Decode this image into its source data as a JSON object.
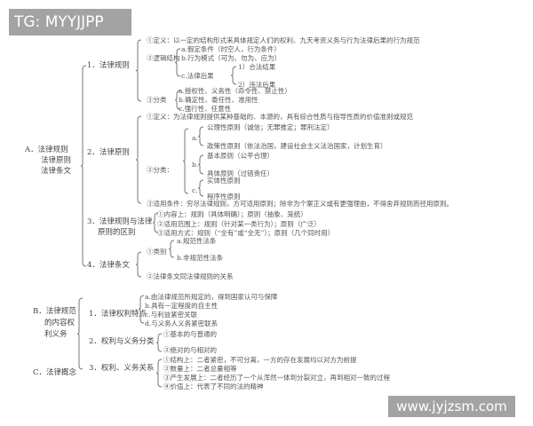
{
  "watermark_top": "TG: MYYJJPP",
  "watermark_bottom": "www.jyjzsm.com",
  "A": {
    "label": [
      "A．法律规则",
      "法律原则",
      "法律条文"
    ],
    "rule": {
      "title": "1．法律规则",
      "definition": "①定义：以一定的结构形式来具体规定人们的权利、九天考资义务与行为法律后果的行为规范",
      "logic": "②逻辑结构",
      "logic_a": "a.假定条件（时空人，行为条件）",
      "logic_b": "b.行为模式（可为、勿为、应为）",
      "logic_c": "c.法律后果",
      "logic_c1": "1）合法结果",
      "logic_c2": "2）违法后果",
      "classify": "③分类",
      "classify_a": "a.授权性、义务性（命令性、禁止性）",
      "classify_b": "b.确定性、委任性、准用性",
      "classify_c": "c.强行性、任意性"
    },
    "principle": {
      "title": "2．法律原则",
      "definition": "①定义：为法律规则提供某种基础的、本源的，具有综合性质与指导性质的价值准则或规范",
      "classify": "②分类：",
      "a": "a.",
      "a1": "公理性原则（诚信；无罪推定；罪刑法定）",
      "a2": "政策性原则（依法治国，建设社会主义法治国家，计划生育）",
      "b": "b.",
      "b1": "基本原则（公平合理）",
      "b2": "具体原则（过错责任）",
      "c": "c.",
      "c1": "实体性原则",
      "c2": "程序性原则",
      "condition": "③适用条件：穷尽法律规则，方可适用原则；除非为个案正义或有更强理由，不得舍弃规则而径用原则。"
    },
    "difference": {
      "title": [
        "3．法律规则与法律",
        "原则的区别"
      ],
      "items": [
        "①内容上：规则（具体明确）；原则（抽象、笼统）",
        "②适用范围上：规则（针对某一类行为）；原则（广泛）",
        "③适用方式：规则（“全有”或“全无”）；原则（几个同时用）"
      ]
    },
    "article": {
      "title": "4．法律条文",
      "category": "①类别",
      "cat_a": "a.规范性法条",
      "cat_b": "b.非规范性法条",
      "relation": "②法律条文同法律规则的关系"
    }
  },
  "B": {
    "label": [
      "B．法律规范",
      "的内容权",
      "利义务"
    ],
    "features": {
      "title": "1．法律权利特点",
      "items": [
        "a.由法律规范所规定的，得到国家认可与保障",
        "b.具有一定程度的自主性",
        "c.与利益紧密关联",
        "d.与义务人义务紧密联系"
      ]
    },
    "classes": {
      "title": "2．权利与义务分类",
      "items": [
        "①基本的与普通的",
        "②绝对的与相对的"
      ]
    },
    "relation": {
      "title": "3．权利、义务关系",
      "items": [
        "①结构上：二者紧密，不可分离，一方的存在发展均以对方为前提",
        "②数量上：二者总量相等",
        "③产生发展上：二者经历了一个从浑然一体到分裂对立，再到相对一致的过程",
        "④价值上：代表了不同的法的精神"
      ]
    }
  },
  "C": {
    "label": "C．法律概念"
  }
}
